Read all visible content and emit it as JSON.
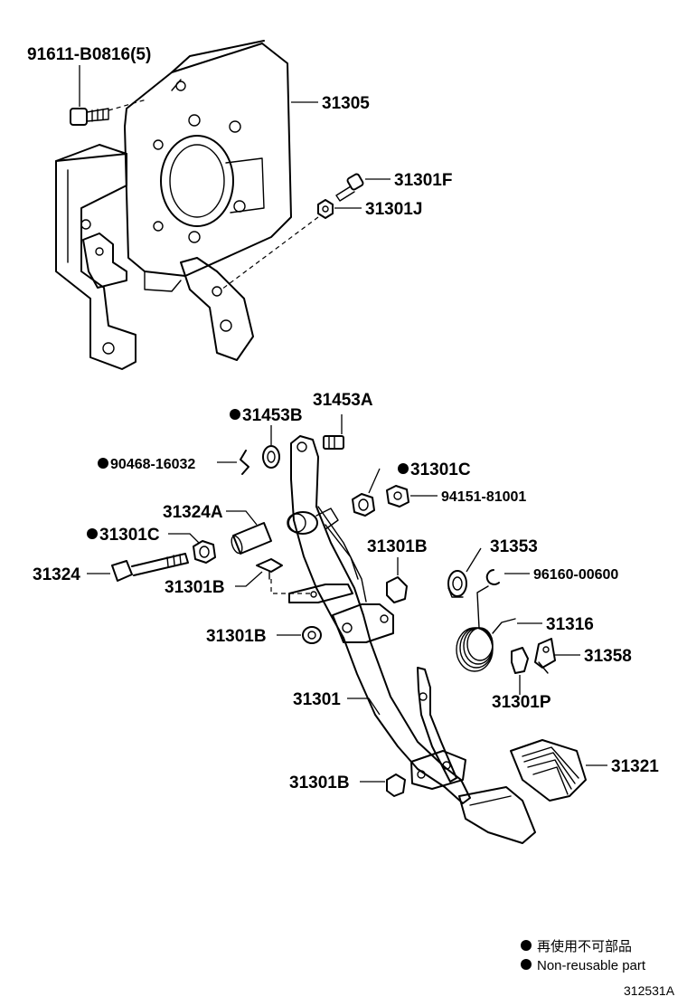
{
  "labels": {
    "bolt_91611": "91611-B0816(5)",
    "bracket_31305": "31305",
    "bolt_31301F": "31301F",
    "nut_31301J": "31301J",
    "bolt_31453A": "31453A",
    "bush_31453B": "31453B",
    "clip_90468": "90468-16032",
    "bush_31301C_upper": "31301C",
    "nut_94151": "94151-81001",
    "collar_31324A": "31324A",
    "bush_31301C_left": "31301C",
    "bolt_31324": "31324",
    "stopper_31301B_upper_left": "31301B",
    "stopper_31301B_upper_right": "31301B",
    "bush_31353": "31353",
    "clip_96160": "96160-00600",
    "stopper_31301B_middle": "31301B",
    "spring_31316": "31316",
    "bracket_31358": "31358",
    "pedal_31301": "31301",
    "clip_31301P": "31301P",
    "stopper_31301B_lower": "31301B",
    "pad_31321": "31321"
  },
  "legend": {
    "line_jp": "再使用不可部品",
    "line_en": "Non-reusable part"
  },
  "diagram_code": "312531A"
}
